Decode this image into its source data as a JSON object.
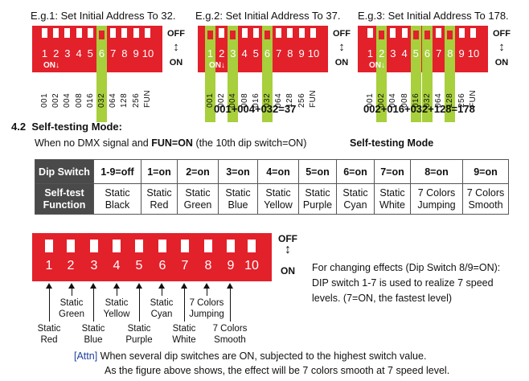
{
  "examples": [
    {
      "title": "E.g.1: Set Initial Address To 32.",
      "on_label": "ON",
      "weights": [
        "001",
        "002",
        "004",
        "008",
        "016",
        "032",
        "064",
        "128",
        "256",
        "FUN"
      ],
      "on_switches": [
        6
      ]
    },
    {
      "title": "E.g.2: Set Initial Address To 37.",
      "on_label": "ON",
      "weights": [
        "001",
        "002",
        "004",
        "008",
        "016",
        "032",
        "064",
        "128",
        "256",
        "FUN"
      ],
      "on_switches": [
        1,
        3,
        6
      ],
      "sum": "001+004+032=37"
    },
    {
      "title": "E.g.3: Set Initial Address To 178.",
      "on_label": "ON",
      "weights": [
        "001",
        "002",
        "004",
        "008",
        "016",
        "032",
        "064",
        "128",
        "256",
        "FUN"
      ],
      "on_switches": [
        2,
        5,
        6,
        8
      ],
      "sum": "002+016+032+128=178"
    }
  ],
  "switch_numbers": [
    "1",
    "2",
    "3",
    "4",
    "5",
    "6",
    "7",
    "8",
    "9",
    "10"
  ],
  "off_text": "OFF",
  "on_text": "ON",
  "arrow_glyph": "↕",
  "section": {
    "number": "4.2",
    "title": "Self-testing Mode:",
    "intro_pre": "When no DMX signal and ",
    "intro_bold": "FUN=ON",
    "intro_post": " (the 10th dip switch=ON)",
    "mode_label": "Self-testing Mode"
  },
  "table": {
    "header_label": "Dip Switch",
    "row_label_1": "Self-test",
    "row_label_2": "Function",
    "columns": [
      "1-9=off",
      "1=on",
      "2=on",
      "3=on",
      "4=on",
      "5=on",
      "6=on",
      "7=on",
      "8=on",
      "9=on"
    ],
    "functions": [
      [
        "Static",
        "Black"
      ],
      [
        "Static",
        "Red"
      ],
      [
        "Static",
        "Green"
      ],
      [
        "Static",
        "Blue"
      ],
      [
        "Static",
        "Yellow"
      ],
      [
        "Static",
        "Purple"
      ],
      [
        "Static",
        "Cyan"
      ],
      [
        "Static",
        "White"
      ],
      [
        "7 Colors",
        "Jumping"
      ],
      [
        "7 Colors",
        "Smooth"
      ]
    ]
  },
  "bottom_labels": [
    [
      "Static",
      "Red"
    ],
    [
      "Static",
      "Green"
    ],
    [
      "Static",
      "Blue"
    ],
    [
      "Static",
      "Yellow"
    ],
    [
      "Static",
      "Purple"
    ],
    [
      "Static",
      "Cyan"
    ],
    [
      "Static",
      "White"
    ],
    [
      "7 Colors",
      "Jumping"
    ],
    [
      "7 Colors",
      "Smooth"
    ]
  ],
  "effects_note": [
    "For changing effects (Dip Switch 8/9=ON):",
    "DIP switch 1-7 is used to realize 7 speed",
    "levels. (7=ON, the fastest level)"
  ],
  "attn": {
    "tag": "[Attn]",
    "line1": " When several dip switches are ON, subjected to the highest switch value.",
    "line2": "As the figure above shows, the effect will be 7 colors smooth at 7 speed level."
  },
  "colors": {
    "switch_red": "#e2212b",
    "highlight_green": "#a8cf3c",
    "header_gray": "#4a4a4a",
    "attn_blue": "#1f3fa0"
  }
}
